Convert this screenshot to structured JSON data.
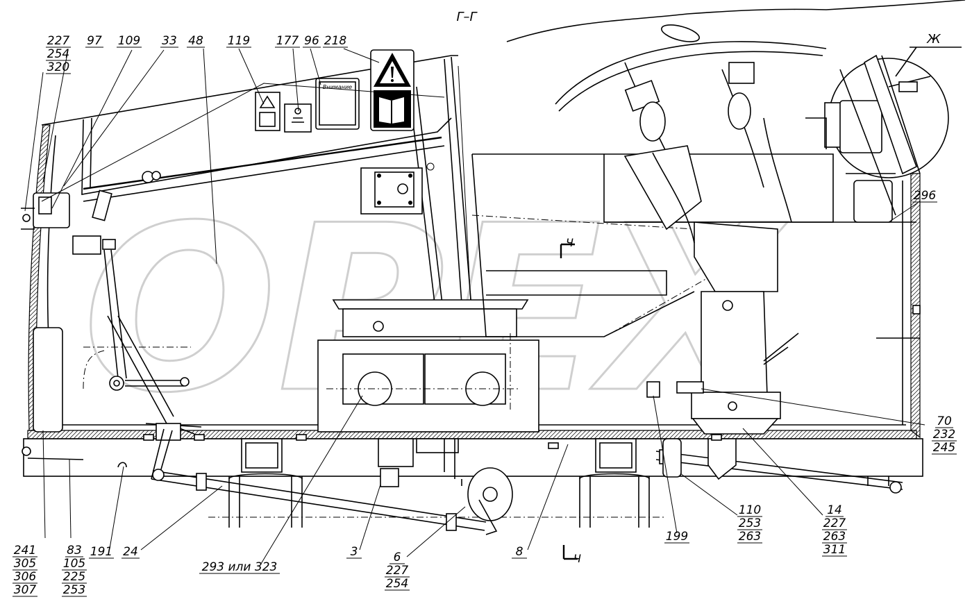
{
  "section_title": "Г–Г",
  "section_mark": "Ч",
  "view_label": "Ж",
  "watermark": "OPEX",
  "sign_attention_text": "Внимание",
  "callouts_top": [
    {
      "id": "c227",
      "lines": [
        "227",
        "254",
        "320"
      ]
    },
    {
      "id": "c97",
      "lines": [
        "97"
      ]
    },
    {
      "id": "c109",
      "lines": [
        "109"
      ]
    },
    {
      "id": "c33",
      "lines": [
        "33"
      ]
    },
    {
      "id": "c48",
      "lines": [
        "48"
      ]
    },
    {
      "id": "c119",
      "lines": [
        "119"
      ]
    },
    {
      "id": "c177",
      "lines": [
        "177"
      ]
    },
    {
      "id": "c96",
      "lines": [
        "96"
      ]
    },
    {
      "id": "c218",
      "lines": [
        "218"
      ]
    }
  ],
  "callouts_right": [
    {
      "id": "c296",
      "lines": [
        "296"
      ]
    },
    {
      "id": "c70",
      "lines": [
        "70",
        "232",
        "245"
      ]
    }
  ],
  "callouts_bottom": [
    {
      "id": "c241",
      "lines": [
        "241",
        "305",
        "306",
        "307"
      ]
    },
    {
      "id": "c83",
      "lines": [
        "83",
        "105",
        "225",
        "253"
      ]
    },
    {
      "id": "c191",
      "lines": [
        "191"
      ]
    },
    {
      "id": "c24",
      "lines": [
        "24"
      ]
    },
    {
      "id": "c293",
      "lines": [
        "293 или 323"
      ]
    },
    {
      "id": "c3",
      "lines": [
        "3"
      ]
    },
    {
      "id": "c6",
      "lines": [
        "6",
        "227",
        "254"
      ]
    },
    {
      "id": "c8",
      "lines": [
        "8"
      ]
    },
    {
      "id": "c199",
      "lines": [
        "199"
      ]
    },
    {
      "id": "c110",
      "lines": [
        "110",
        "253",
        "263"
      ]
    },
    {
      "id": "c14",
      "lines": [
        "14",
        "227",
        "263",
        "311"
      ]
    }
  ],
  "colors": {
    "line": "#000000",
    "watermark": "#c9c9c9",
    "background": "#ffffff"
  }
}
